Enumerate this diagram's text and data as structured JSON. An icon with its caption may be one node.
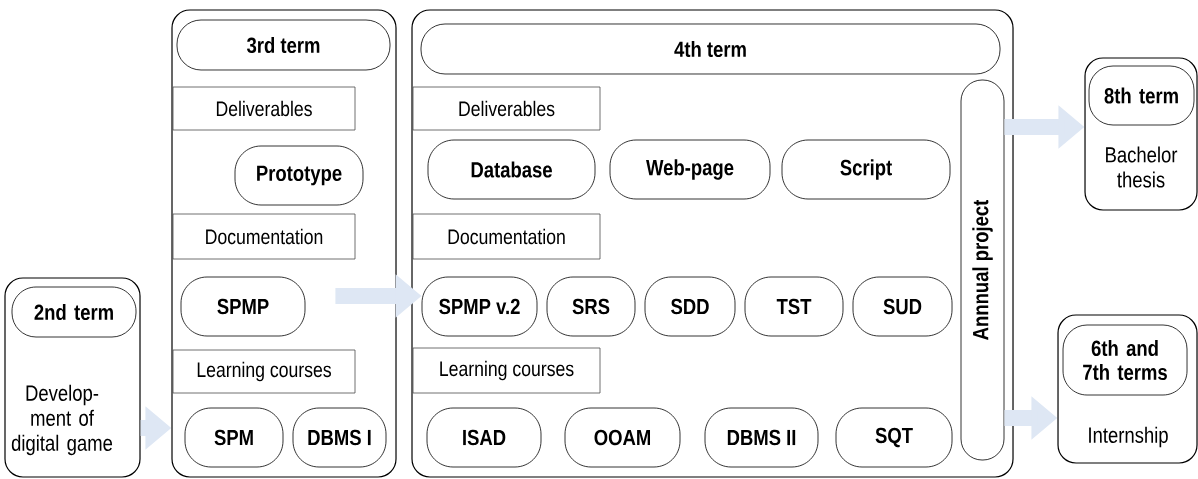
{
  "diagram": {
    "nodes": [
      {
        "text": [
          "Develop-ment of digital game"
        ]
      },
      {
        "text": [
          "2nd term"
        ],
        "in": 0
      },
      {
        "text": [],
        "shape": "box"
      },
      {
        "text": [
          "3rd term"
        ],
        "in": 2
      },
      {
        "text": [
          "Deliverables"
        ],
        "in": 2
      },
      {
        "text": [
          "Prototype"
        ],
        "in": 2
      },
      {
        "text": [
          "Documentation"
        ],
        "in": 2
      },
      {
        "text": [
          "SPMP"
        ],
        "in": 2
      },
      {
        "text": [
          "Learning courses"
        ],
        "in": 2
      },
      {
        "text": [
          "SPM"
        ],
        "in": 2
      },
      {
        "text": [
          "DBMS I"
        ],
        "in": 2
      },
      {
        "text": [],
        "shape": "box"
      },
      {
        "text": [
          "4th term"
        ],
        "in": 11
      },
      {
        "text": [
          "Deliverables"
        ],
        "in": 11
      },
      {
        "text": [
          "Database"
        ],
        "in": 11
      },
      {
        "text": [
          "Web-page"
        ],
        "in": 11
      },
      {
        "text": [
          "Script"
        ],
        "in": 11
      },
      {
        "text": [
          "Documentation"
        ],
        "in": 11
      },
      {
        "text": [
          "SPMP v.2"
        ],
        "in": 11
      },
      {
        "text": [
          "SRS"
        ],
        "in": 11
      },
      {
        "text": [
          "SDD"
        ],
        "in": 11
      },
      {
        "text": [
          "TST"
        ],
        "in": 11
      },
      {
        "text": [
          "SUD"
        ],
        "in": 11
      },
      {
        "text": [
          "Learning courses"
        ],
        "in": 11
      },
      {
        "text": [
          "ISAD"
        ],
        "in": 11
      },
      {
        "text": [
          "OOAM"
        ],
        "in": 11
      },
      {
        "text": [
          "DBMS II"
        ],
        "in": 11
      },
      {
        "text": [
          "SQT"
        ],
        "in": 11
      },
      {
        "text": [
          "Annnual project"
        ],
        "in": 11
      },
      {
        "text": [
          "Bachelor thesis"
        ]
      },
      {
        "text": [
          "8th term"
        ],
        "in": 29
      },
      {
        "text": [
          "Internship"
        ]
      },
      {
        "text": [
          "6th and 7th terms"
        ],
        "in": 31
      }
    ],
    "edges": [
      {
        "from": 0,
        "to": 2,
        "arrow": "to"
      },
      {
        "from": 7,
        "to": 18,
        "arrow": "to"
      },
      {
        "from": 28,
        "to": 29,
        "arrow": "to"
      },
      {
        "from": 28,
        "to": 31,
        "arrow": "to"
      }
    ]
  }
}
